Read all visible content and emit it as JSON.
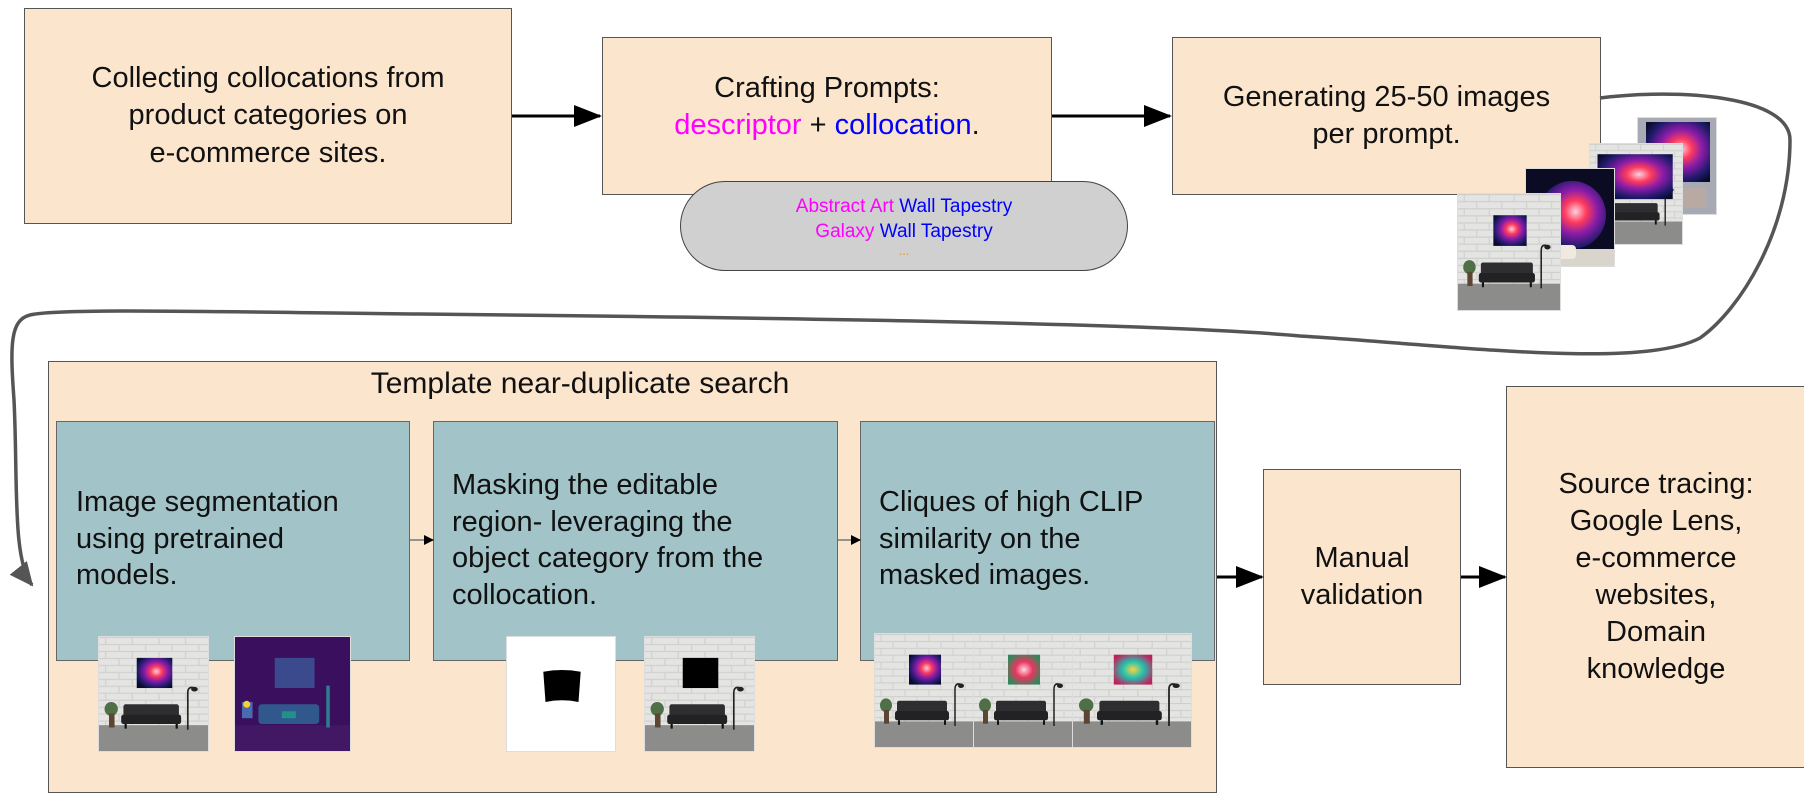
{
  "colors": {
    "peach": "#fce5cd",
    "teal": "#a2c4c9",
    "descriptor": "#ff00ff",
    "collocation": "#0000ff",
    "ellipsis": "#e69138"
  },
  "step1": {
    "lines": [
      "Collecting collocations from",
      "product categories on",
      "e-commerce sites."
    ]
  },
  "step2": {
    "title": "Crafting Prompts:",
    "descriptor": "descriptor",
    "plus": " + ",
    "collocation": "collocation",
    "period": "."
  },
  "examples": [
    {
      "descriptor": "Abstract Art",
      "collocation": "Wall Tapestry"
    },
    {
      "descriptor": "Galaxy",
      "collocation": "Wall Tapestry"
    }
  ],
  "examples_ellipsis": "...",
  "step3": {
    "lines": [
      "Generating 25-50 images",
      "per prompt."
    ]
  },
  "search": {
    "title": "Template near-duplicate search",
    "segmentation": [
      "Image segmentation",
      "using pretrained",
      "models."
    ],
    "masking": [
      "Masking the editable",
      "region- leveraging the",
      "object category from the",
      "collocation."
    ],
    "cliques": [
      "Cliques of high CLIP",
      "similarity on the",
      "masked images."
    ]
  },
  "validation": {
    "lines": [
      "Manual",
      "validation"
    ]
  },
  "tracing": {
    "lines": [
      "Source tracing:",
      "Google Lens,",
      "e-commerce",
      "websites,",
      "Domain",
      "knowledge"
    ]
  },
  "icons": [
    "room-photo-icon",
    "segmentation-map-icon",
    "mask-icon",
    "galaxy-poster-icon"
  ]
}
